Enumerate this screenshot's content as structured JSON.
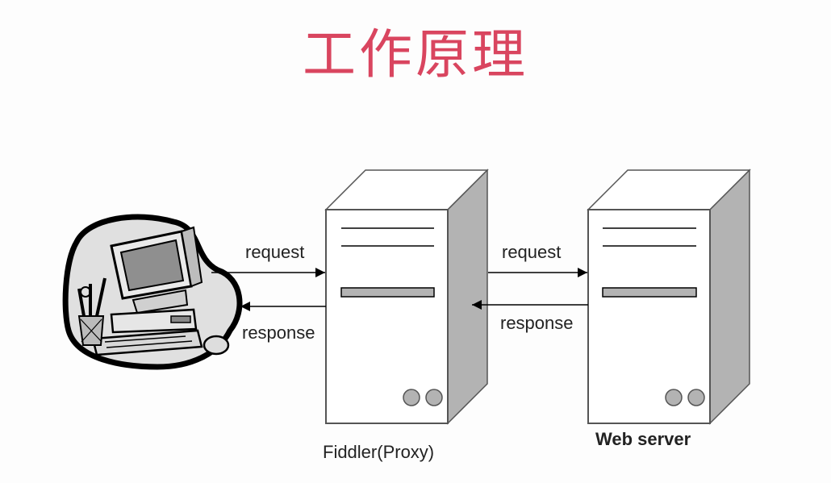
{
  "title": "工作原理",
  "colors": {
    "title": "#d9455f",
    "server_side": "#b3b3b3",
    "server_slot": "#b3b3b3",
    "server_button": "#b3b3b3",
    "outline": "#555555"
  },
  "nodes": {
    "client": {
      "icon": "desktop-computer-icon"
    },
    "proxy": {
      "label": "Fiddler(Proxy)",
      "icon": "server-tower-icon"
    },
    "server": {
      "label": "Web server",
      "icon": "server-tower-icon"
    }
  },
  "edges": {
    "client_to_proxy_request": "request",
    "proxy_to_client_response": "response",
    "proxy_to_server_request": "request",
    "server_to_proxy_response": "response"
  }
}
